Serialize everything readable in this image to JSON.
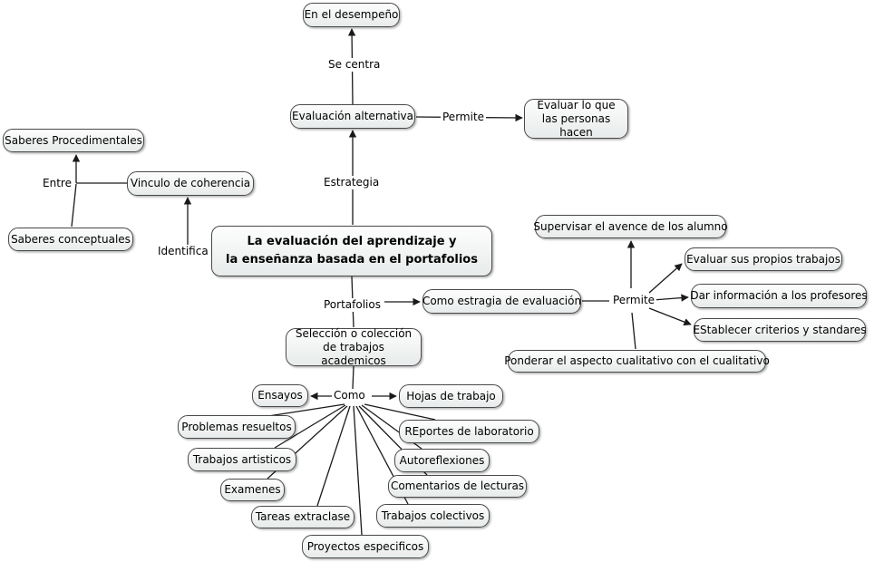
{
  "diagram": {
    "background_color": "#ffffff",
    "line_color": "#1a1a1a",
    "node_fill": "#eef1f1",
    "title": {
      "line1": "La evaluación del aprendizaje y",
      "line2": "la enseñanza basada en el portafolios"
    },
    "nodes": {
      "en_el_desempeno": "En el desempeño",
      "evaluacion_alternativa": "Evaluación alternativa",
      "evaluar_personas": "Evaluar lo que las personas hacen",
      "saberes_procedimentales": "Saberes Procedimentales",
      "vinculo_coherencia": "Vinculo de coherencia",
      "saberes_conceptuales": "Saberes conceptuales",
      "como_estrategia": "Como estragia de evaluación",
      "supervisar": "Supervisar el avence de los alumno",
      "evaluar_propios": "Evaluar sus propios trabajos",
      "dar_informacion": "Dar información a los profesores",
      "establecer": "EStablecer criterios y standares",
      "ponderar": "Ponderar el aspecto cualitativo con el cualitativo",
      "seleccion": "Selección o colección de trabajos academicos",
      "ensayos": "Ensayos",
      "hojas_trabajo": "Hojas de trabajo",
      "problemas_resueltos": "Problemas resueltos",
      "reportes_laboratorio": "REportes de laboratorio",
      "trabajos_artisticos": "Trabajos artisticos",
      "autoreflexiones": "Autoreflexiones",
      "examenes": "Examenes",
      "comentarios_lecturas": "Comentarios de lecturas",
      "tareas_extraclase": "Tareas extraclase",
      "trabajos_colectivos": "Trabajos colectivos",
      "proyectos_especificos": "Proyectos especificos"
    },
    "edge_labels": {
      "se_centra": "Se centra",
      "permite_1": "Permite",
      "entre": "Entre",
      "estrategia": "Estrategia",
      "identifica": "Identifica",
      "portafolios": "Portafolios",
      "permite_2": "Permite",
      "como": "Como"
    }
  }
}
